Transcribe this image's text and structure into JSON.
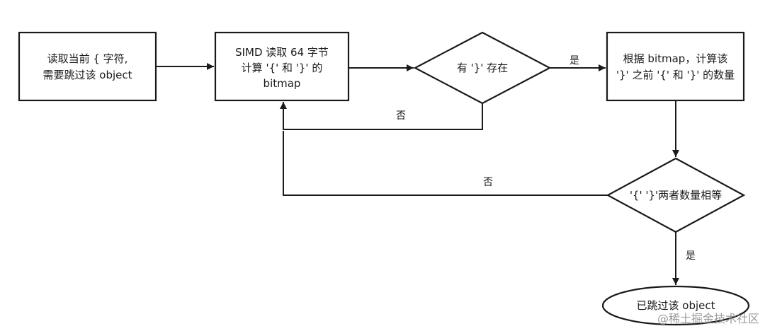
{
  "nodes": {
    "read_brace": {
      "lines": [
        "读取当前 { 字符,",
        "需要跳过该 object"
      ]
    },
    "simd_read": {
      "lines": [
        "SIMD 读取 64 字节",
        "计算 '{' 和 '}' 的",
        "bitmap"
      ]
    },
    "has_close": {
      "lines": [
        "有 '}' 存在"
      ]
    },
    "count_braces": {
      "lines": [
        "根据 bitmap，计算该",
        "'}' 之前 '{' 和 '}' 的数量"
      ]
    },
    "counts_equal": {
      "lines": [
        "'{' '}'两者数量相等"
      ]
    },
    "skipped": {
      "lines": [
        "已跳过该 object"
      ]
    }
  },
  "edges": {
    "yes_has_close": "是",
    "no_has_close": "否",
    "no_equal": "否",
    "yes_equal": "是"
  },
  "watermark": "@稀土掘金技术社区"
}
